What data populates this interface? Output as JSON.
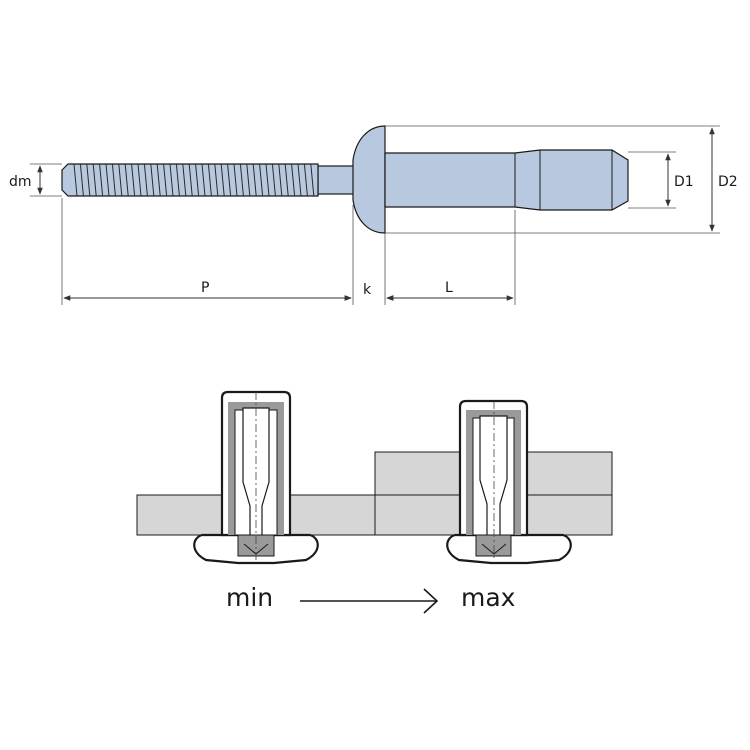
{
  "diagram": {
    "labels": {
      "dm": "dm",
      "p": "P",
      "k": "k",
      "l": "L",
      "d1": "D1",
      "d2": "D2",
      "min": "min",
      "max": "max"
    },
    "colors": {
      "rivet_fill": "#b7c8df",
      "outline": "#1a1a1a",
      "plate_fill": "#d6d6d6",
      "sleeve_fill": "#9a9a9a",
      "dimension_line": "#333333"
    }
  }
}
